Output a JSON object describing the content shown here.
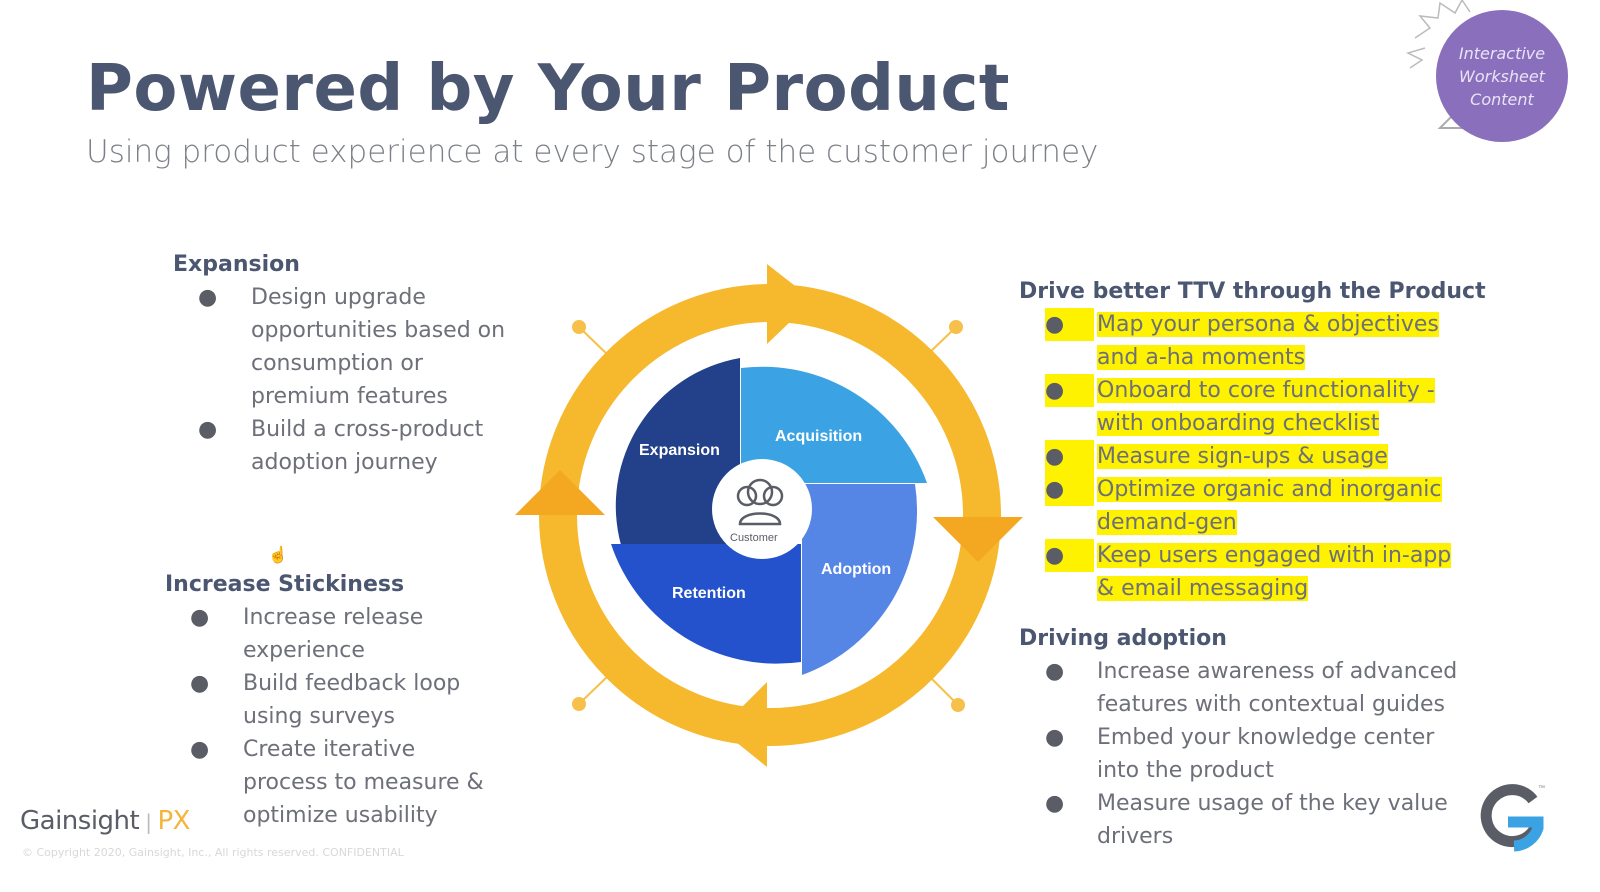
{
  "header": {
    "title": "Powered by Your Product",
    "subtitle": "Using product experience at every stage of the customer journey"
  },
  "badge": {
    "line1": "Interactive",
    "line2": "Worksheet",
    "line3": "Content",
    "color": "#8a6fbd"
  },
  "left": {
    "expansion": {
      "heading": "Expansion",
      "items": [
        [
          "Design upgrade",
          "opportunities based on",
          "consumption or",
          "premium features"
        ],
        [
          "Build a cross-product",
          "adoption journey"
        ]
      ]
    },
    "stickiness": {
      "heading": "Increase Stickiness",
      "items": [
        [
          "Increase release",
          "experience"
        ],
        [
          "Build feedback loop",
          "using surveys"
        ],
        [
          "Create iterative",
          "process to measure &",
          "optimize usability"
        ]
      ]
    }
  },
  "right": {
    "ttv": {
      "heading": "Drive better TTV through the Product",
      "highlight_color": "#fff200",
      "items": [
        [
          "Map your persona & objectives",
          "and a-ha moments"
        ],
        [
          "Onboard to core functionality -",
          "with onboarding checklist"
        ],
        [
          "Measure sign-ups & usage"
        ],
        [
          "Optimize organic and inorganic",
          "demand-gen"
        ],
        [
          "Keep users engaged with in-app",
          "& email messaging"
        ]
      ]
    },
    "adoption": {
      "heading": "Driving adoption",
      "items": [
        [
          "Increase awareness of advanced",
          "features with contextual guides"
        ],
        [
          "Embed your knowledge center",
          "into the product"
        ],
        [
          "Measure usage of the key value",
          "drivers"
        ]
      ]
    }
  },
  "diagram": {
    "center_label": "Customer",
    "segments": [
      {
        "label": "Expansion",
        "color": "#22418a"
      },
      {
        "label": "Acquisition",
        "color": "#3ba3e3"
      },
      {
        "label": "Adoption",
        "color": "#5586e6"
      },
      {
        "label": "Retention",
        "color": "#2452cc"
      }
    ],
    "ring_color": "#f6b82c"
  },
  "footer": {
    "brand": "Gainsight",
    "product": "PX",
    "separator": "|",
    "copyright": "© Copyright 2020, Gainsight, Inc., All rights reserved. CONFIDENTIAL"
  },
  "bullet": "●"
}
